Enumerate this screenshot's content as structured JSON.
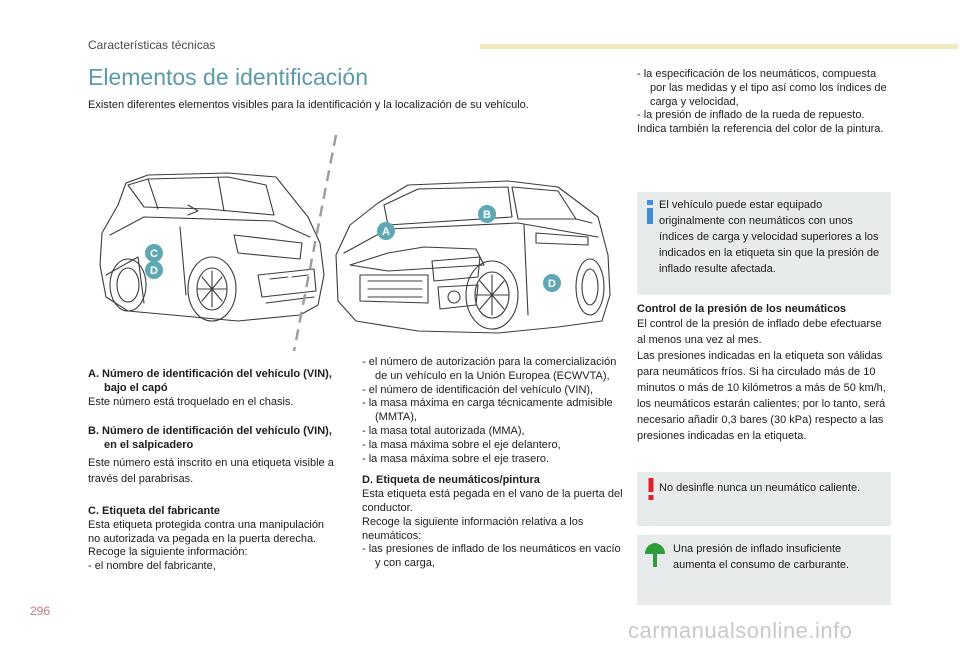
{
  "header": {
    "section": "Características técnicas"
  },
  "title": "Elementos de identificación",
  "intro": "Existen diferentes elementos visibles para la identificación y la localización de su vehículo.",
  "markers": {
    "a": "A",
    "b": "B",
    "c": "C",
    "d1": "D",
    "d2": "D"
  },
  "col1": {
    "a_heading": "A.  Número de identificación del vehículo (VIN), bajo el capó",
    "a_text": "Este número está troquelado en el chasis.",
    "b_heading": "B.  Número de identificación del vehículo (VIN), en el salpicadero",
    "b_text": "Este número está inscrito en una etiqueta visible a través del parabrisas.",
    "c_heading": "C.  Etiqueta del fabricante",
    "c_text": "Esta etiqueta protegida contra una manipulación no autorizada va pegada en la puerta derecha.",
    "c_text2": "Recoge la siguiente información:",
    "c_item1": "-   el nombre del fabricante,"
  },
  "col2": {
    "items": [
      "-   el número de autorización para la comercialización de un vehículo en la Unión Europea (ECWVTA),",
      "-   el número de identificación del vehículo (VIN),",
      "-   la masa máxima en carga técnicamente admisible (MMTA),",
      "-   la masa total autorizada (MMA),",
      "-   la masa máxima sobre el eje delantero,",
      "-   la masa máxima sobre el eje trasero."
    ],
    "d_heading": "D.  Etiqueta de neumáticos/pintura",
    "d_text": "Esta etiqueta está pegada en el vano de la puerta del conductor.",
    "d_text2": "Recoge la siguiente información relativa a los neumáticos:",
    "d_item1": "-   las presiones de inflado de los neumáticos en vacío y con carga,"
  },
  "col3": {
    "items": [
      "-   la especificación de los neumáticos, compuesta por las medidas y el tipo así como los índices de carga y velocidad,",
      "-   la presión de inflado de la rueda de repuesto."
    ],
    "color_ref": "Indica también la referencia del color de la pintura.",
    "info_box": "El vehículo puede estar equipado originalmente con neumáticos con unos índices de carga y velocidad superiores a los indicados en la etiqueta sin que la presión de inflado resulte afectada.",
    "pressure_heading": "Control de la presión de los neumáticos",
    "pressure_text": "El control de la presión de inflado debe efectuarse al menos una vez al mes.",
    "pressure_text2": "Las presiones indicadas en la etiqueta son válidas para neumáticos fríos. Si ha circulado más de 10 minutos o más de 10 kilómetros a más de 50 km/h, los neumáticos estarán calientes; por lo tanto, será necesario añadir 0,3 bares (30 kPa) respecto a las presiones indicadas en la etiqueta.",
    "warning_box": "No desinfle nunca un neumático caliente.",
    "eco_box": "Una presión de inflado insuficiente aumenta el consumo de carburante."
  },
  "footer": {
    "page_number": "296",
    "watermark": "carmanualsonline.info"
  },
  "colors": {
    "accent": "#5b9aa7",
    "marker": "#5fa8b3",
    "info_icon": "#3f8fd2",
    "warning_icon": "#d8232a",
    "eco_icon": "#2e9e3a",
    "box_bg": "#e8ebec"
  },
  "icons": {
    "info": "info-icon",
    "warning": "warning-icon",
    "eco": "eco-leaf-icon"
  }
}
